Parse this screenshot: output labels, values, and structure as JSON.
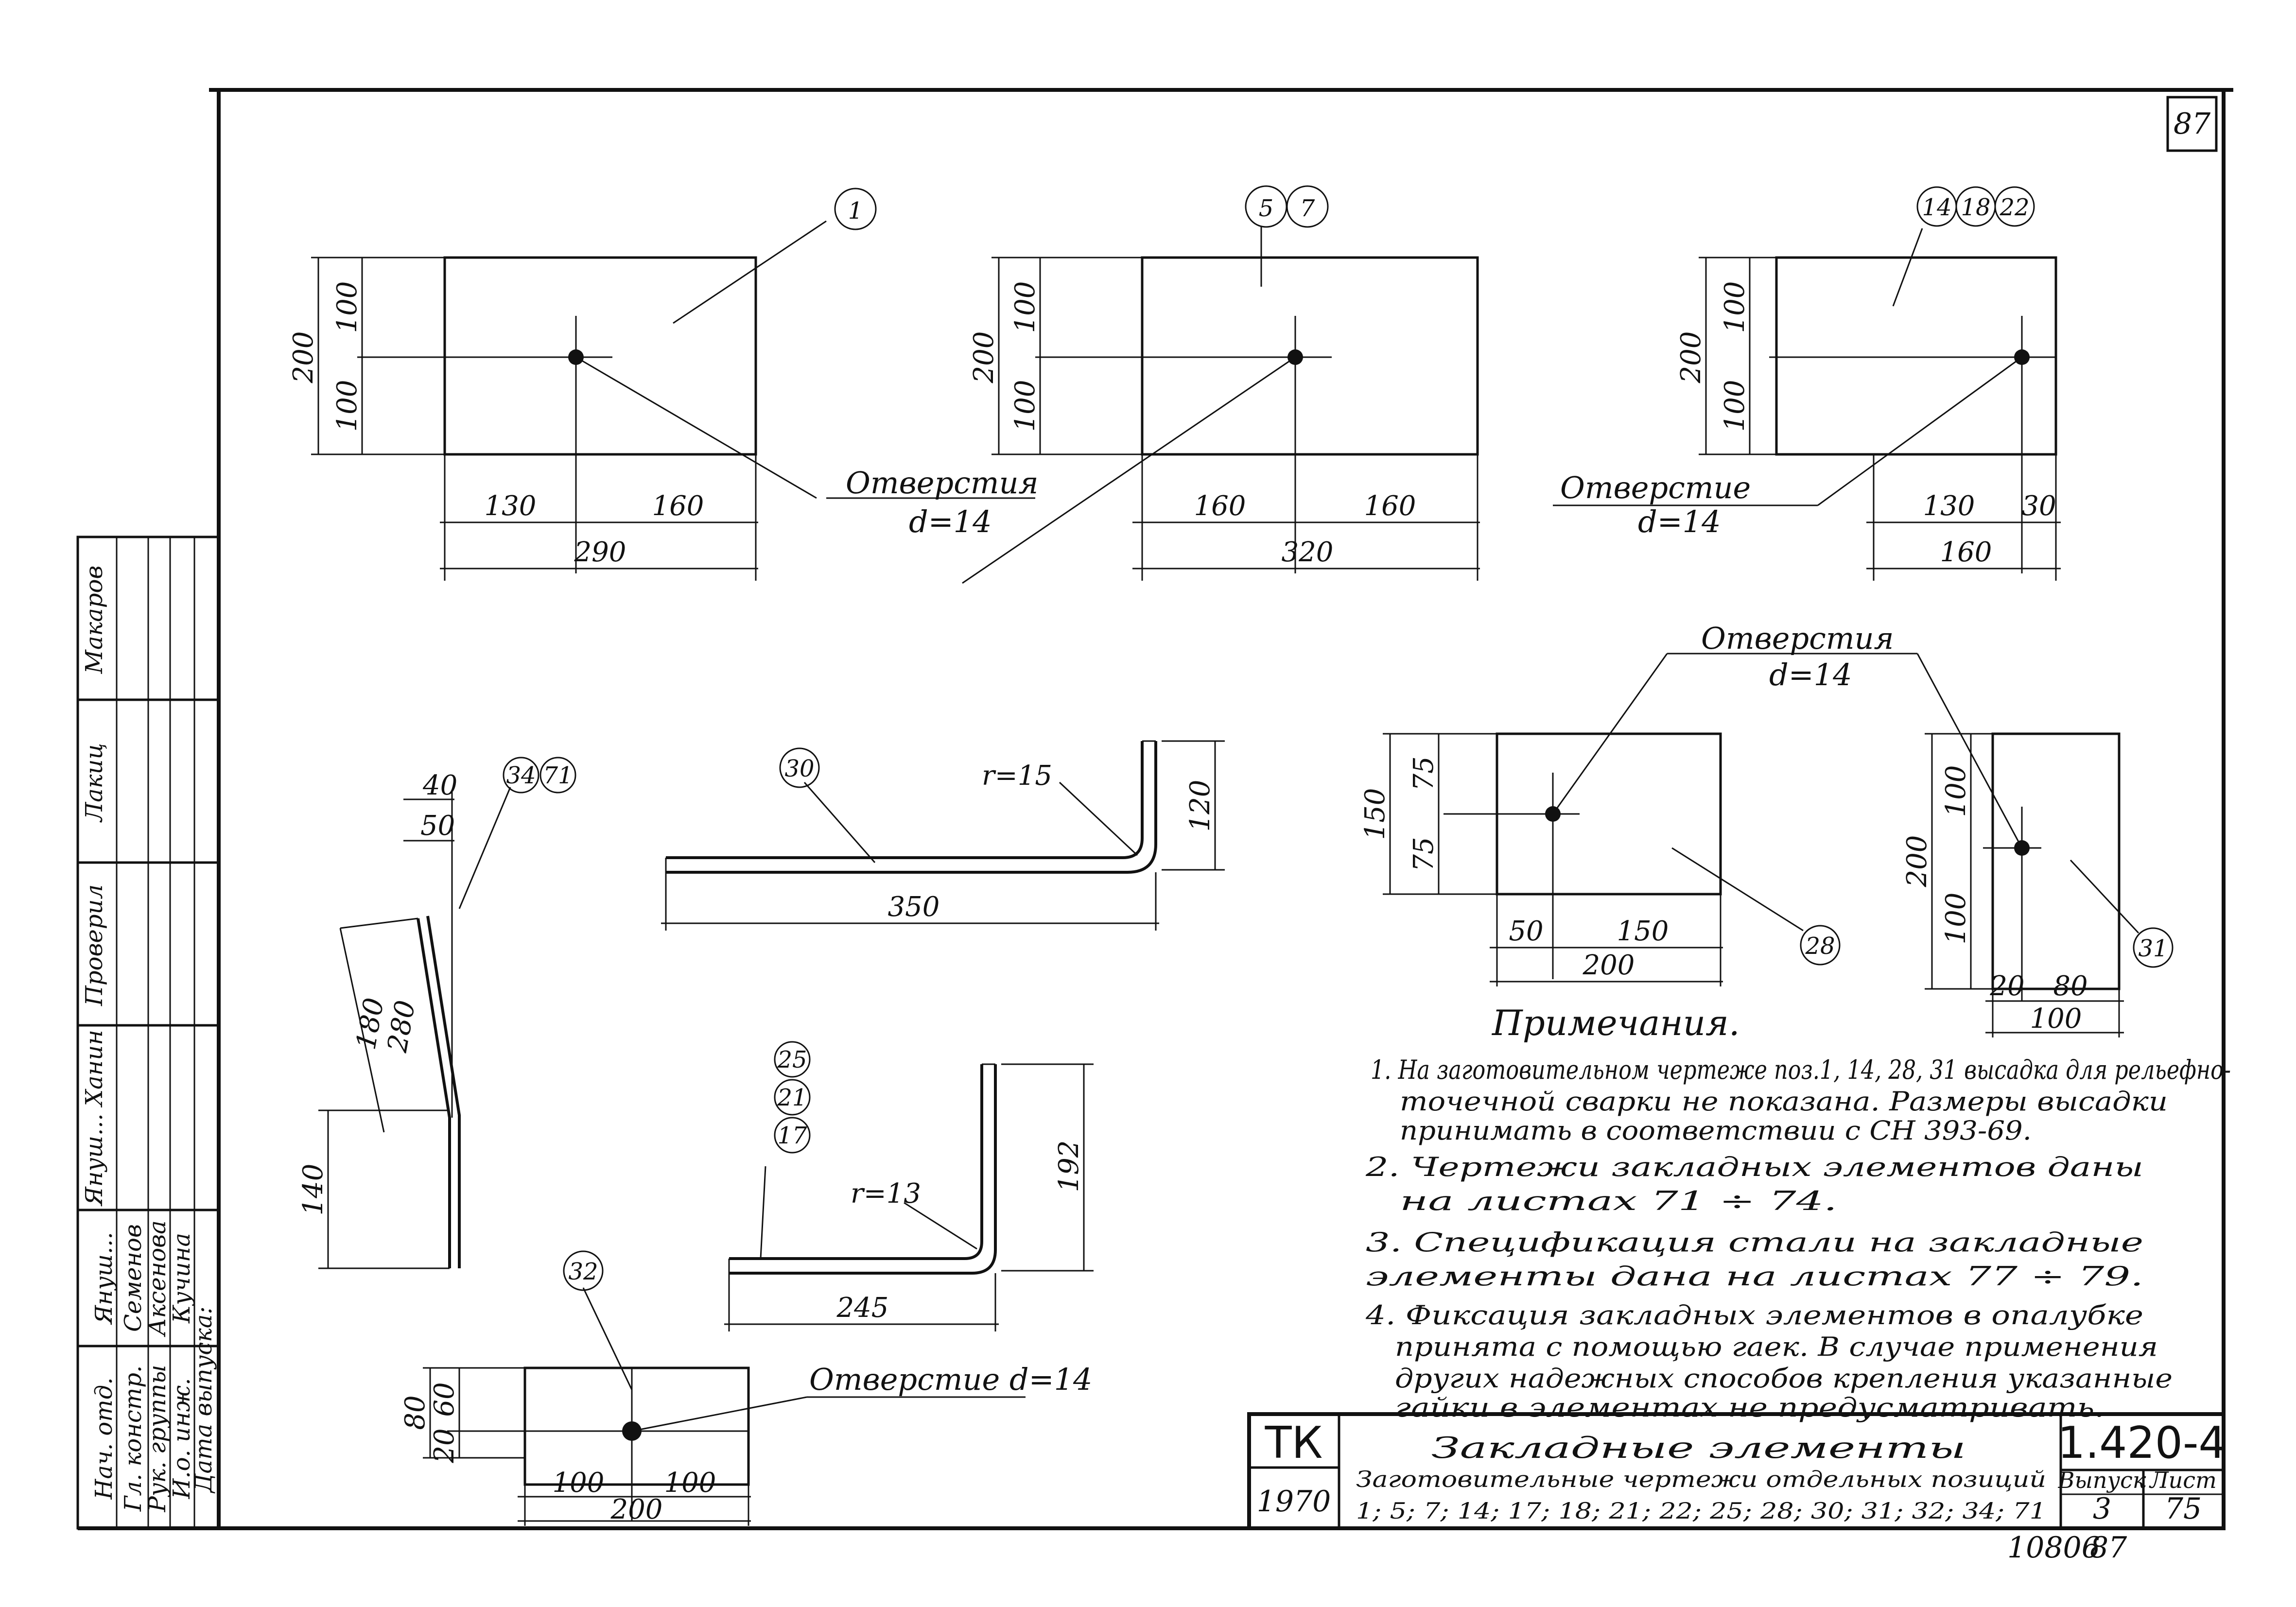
{
  "sheet_number": "87",
  "bottom_number": "10806",
  "bottom_sheet_mark": "87",
  "hole_label_plural": "Отверстия",
  "hole_label_single": "Отверстие",
  "hole_diameter": "d=14",
  "hole_label_32": "Отверстие d=14",
  "markers": {
    "m1": "1",
    "m5": "5",
    "m7": "7",
    "m14": "14",
    "m18": "18",
    "m22": "22",
    "m34": "34",
    "m71": "71",
    "m30": "30",
    "m28": "28",
    "m31": "31",
    "m25": "25",
    "m21": "21",
    "m17": "17",
    "m32": "32"
  },
  "plate1": {
    "h_total": "200",
    "h_top": "100",
    "h_bot": "100",
    "w_left": "130",
    "w_right": "160",
    "w_total": "290"
  },
  "plate2": {
    "h_total": "200",
    "h_top": "100",
    "h_bot": "100",
    "w_left": "160",
    "w_right": "160",
    "w_total": "320"
  },
  "plate3": {
    "h_total": "200",
    "h_top": "100",
    "h_bot": "100",
    "w_left": "130",
    "w_right": "30",
    "w_total": "160"
  },
  "plate28": {
    "h_total": "150",
    "h_top": "75",
    "h_bot": "75",
    "w_left": "50",
    "w_right": "150",
    "w_total": "200"
  },
  "plate31": {
    "h_total": "200",
    "h_top": "100",
    "h_bot": "100",
    "w_left": "20",
    "w_right": "80",
    "w_total": "100"
  },
  "plate32": {
    "h_total": "80",
    "h_top": "60",
    "h_bot": "20",
    "w_left": "100",
    "w_right": "100",
    "w_total": "200"
  },
  "anchor34": {
    "d40": "40",
    "d50": "50",
    "d180": "180",
    "d280": "280",
    "d140": "140"
  },
  "bar30": {
    "radius": "r=15",
    "length": "350",
    "height": "120"
  },
  "bar25": {
    "radius": "r=13",
    "length": "245",
    "height": "192"
  },
  "notes": {
    "heading": "Примечания.",
    "n1a": "1. На заготовительном чертеже поз.1, 14, 28, 31 высадка для рельефно-",
    "n1b": "точечной сварки не показана. Размеры высадки",
    "n1c": "принимать в соответствии с СН 393-69.",
    "n2a": "2. Чертежи закладных элементов даны",
    "n2b": "на листах 71 ÷ 74.",
    "n3a": "3. Спецификация стали на закладные",
    "n3b": "элементы дана на листах 77 ÷ 79.",
    "n4a": "4. Фиксация закладных элементов в опалубке",
    "n4b": "принята с помощью гаек. В случае применения",
    "n4c": "других надежных способов крепления указанные",
    "n4d": "гайки в элементах не предусматривать."
  },
  "title_block": {
    "series": "ТК",
    "year": "1970",
    "title": "Закладные элементы",
    "subtitle1": "Заготовительные чертежи отдельных позиций",
    "subtitle2": "1; 5; 7; 14; 17; 18; 21; 22; 25; 28; 30; 31; 32; 34; 71",
    "doc_number": "1.420-4",
    "issue_label": "Выпуск",
    "issue_value": "3",
    "sheet_label": "Лист",
    "sheet_value": "75"
  },
  "stamp": {
    "roles": [
      "Нач. отд.",
      "Гл. констр.",
      "Рук. группы",
      "И.о. инж.",
      "Дата выпуска:"
    ],
    "names": [
      "Януш...",
      "Семенов",
      "Аксенова",
      "Кучина"
    ],
    "signatures": [
      "Макаров",
      "Лакиц",
      "Проверил",
      "Януш... Ханин"
    ]
  }
}
